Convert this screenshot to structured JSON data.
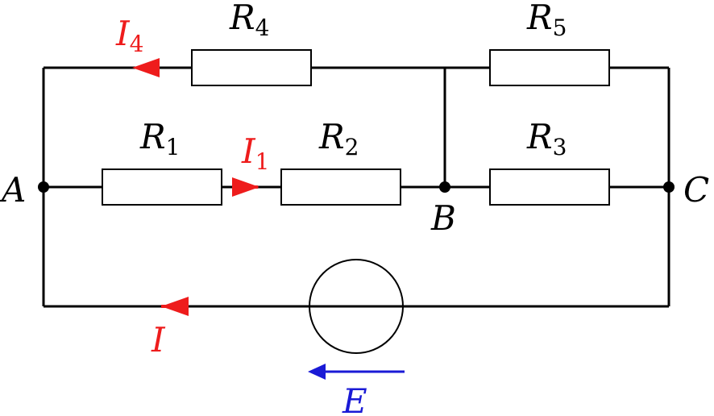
{
  "colors": {
    "wire": "#000000",
    "current": "#ee1c1c",
    "emf": "#1a1ad6"
  },
  "nodes": {
    "A": "A",
    "B": "B",
    "C": "C"
  },
  "resistors": {
    "r1": {
      "letter": "R",
      "sub": "1"
    },
    "r2": {
      "letter": "R",
      "sub": "2"
    },
    "r3": {
      "letter": "R",
      "sub": "3"
    },
    "r4": {
      "letter": "R",
      "sub": "4"
    },
    "r5": {
      "letter": "R",
      "sub": "5"
    }
  },
  "currents": {
    "i1": {
      "letter": "I",
      "sub": "1"
    },
    "i4": {
      "letter": "I",
      "sub": "4"
    },
    "i": {
      "letter": "I"
    }
  },
  "emf": {
    "letter": "E"
  }
}
